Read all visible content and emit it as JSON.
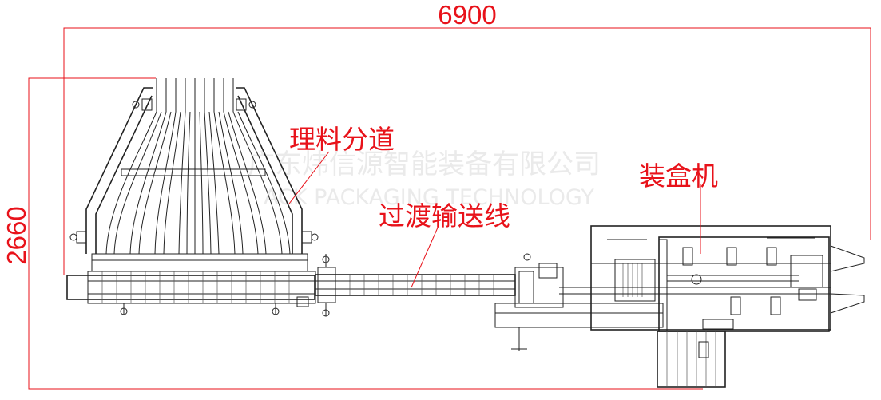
{
  "dimensions": {
    "width_label": "6900",
    "height_label": "2660"
  },
  "labels": {
    "sorting_lanes": "理料分道",
    "transfer_conveyor": "过渡输送线",
    "cartoner": "装盒机"
  },
  "watermark": {
    "cn": "广东炜信源智能装备有限公司",
    "en": "ACK PACKAGING TECHNOLOGY"
  },
  "colors": {
    "annotation": "#e8121a",
    "drawing": "#222222",
    "watermark": "#d9d9d9"
  }
}
